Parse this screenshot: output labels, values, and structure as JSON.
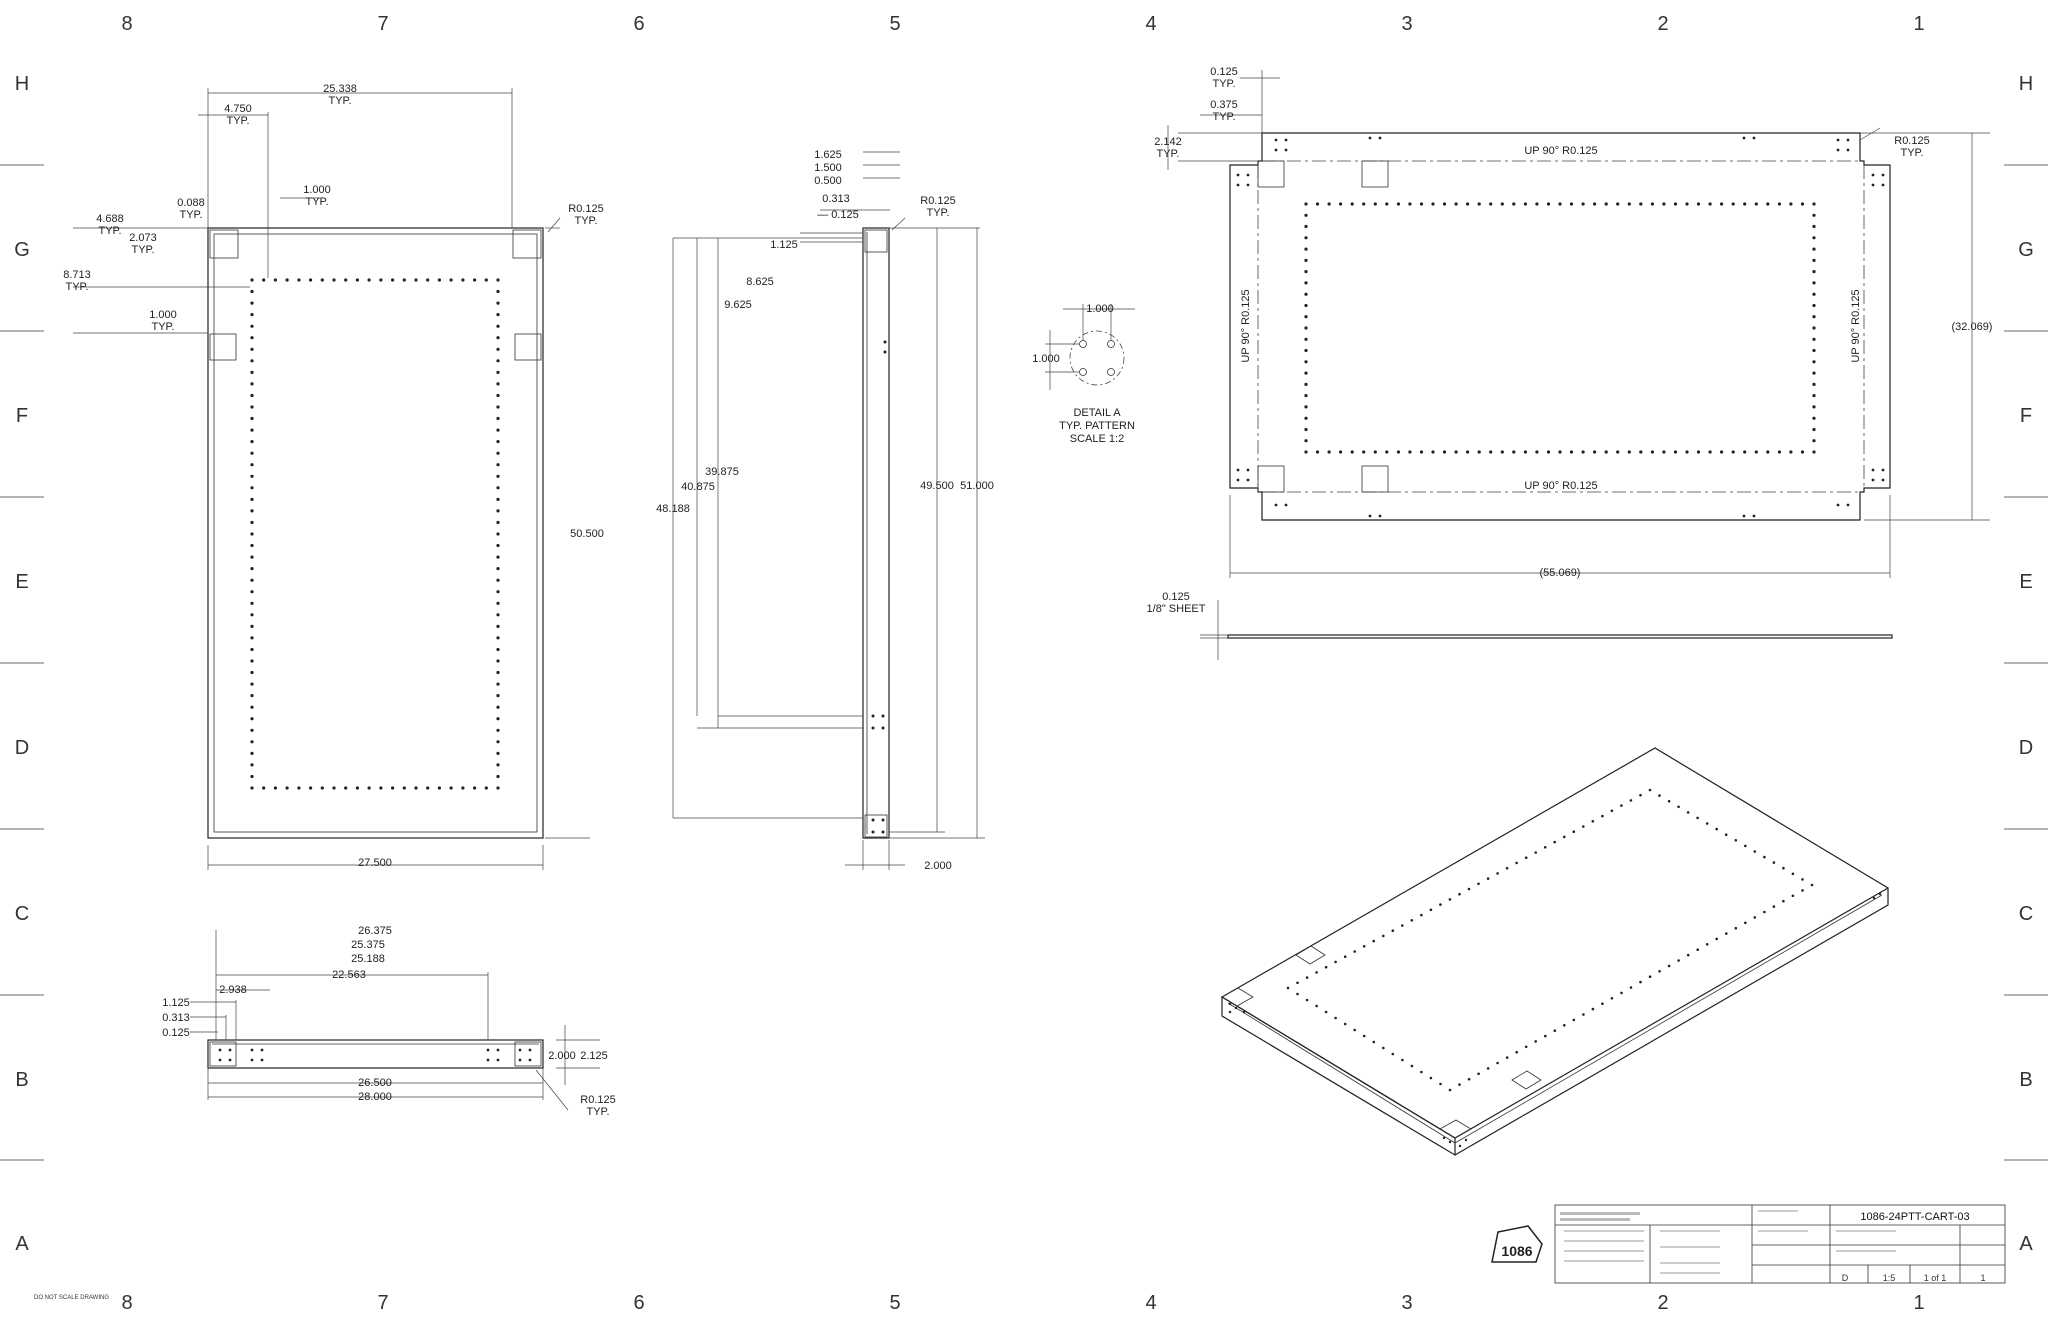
{
  "zones": {
    "columns": [
      "8",
      "7",
      "6",
      "5",
      "4",
      "3",
      "2",
      "1"
    ],
    "rows": [
      "H",
      "G",
      "F",
      "E",
      "D",
      "C",
      "B",
      "A"
    ]
  },
  "front_view": {
    "d_25338": "25.338",
    "typ": "TYP.",
    "d_4750": "4.750",
    "d_1000a": "1.000",
    "d_0088": "0.088",
    "d_2073": "2.073",
    "d_4688": "4.688",
    "d_8713": "8.713",
    "d_1000b": "1.000",
    "r0125": "R0.125",
    "d_50500": "50.500",
    "d_27500": "27.500"
  },
  "side_view": {
    "d_1625": "1.625",
    "d_1500": "1.500",
    "d_0500": "0.500",
    "d_0313": "0.313",
    "d_0125": "— 0.125",
    "d_1125": "1.125",
    "d_8625": "8.625",
    "d_9625": "9.625",
    "d_39875": "39.875",
    "d_40875": "40.875",
    "d_48188": "48.188",
    "d_49500": "49.500",
    "d_51000": "51.000",
    "d_2000": "2.000",
    "r0125": "R0.125",
    "typ": "TYP."
  },
  "bottom_view": {
    "d_26375": "26.375",
    "d_25375": "25.375",
    "d_25188": "25.188",
    "d_22563": "22.563",
    "d_2938": "2.938",
    "d_1125": "1.125",
    "d_0313": "0.313",
    "d_0125": "0.125",
    "d_2000": "2.000",
    "d_2125": "2.125",
    "d_26500": "26.500",
    "d_28000": "28.000",
    "r0125": "R0.125",
    "typ": "TYP."
  },
  "detail_a": {
    "d_1000h": "1.000",
    "d_1000v": "1.000",
    "title": "DETAIL A",
    "sub": "TYP. PATTERN",
    "scale": "SCALE 1:2"
  },
  "flat_pattern": {
    "d_0125": "0.125",
    "typ": "TYP.",
    "d_0375": "0.375",
    "d_2142": "2.142",
    "up_top": "UP 90° R0.125",
    "up_bottom": "UP 90° R0.125",
    "up_left": "UP 90° R0.125",
    "up_right": "UP 90° R0.125",
    "r0125": "R0.125",
    "d_32069": "(32.069)",
    "d_55069": "(55.069)",
    "sheet_thk": "0.125",
    "sheet_lbl": "1/8\" SHEET"
  },
  "title_block": {
    "logo": "1086",
    "part_number": "1086-24PTT-CART-03",
    "size": "D",
    "scale": "1:5",
    "sheet": "1 of 1",
    "rev": "1",
    "corner_note": "DO NOT SCALE DRAWING"
  },
  "colors": {
    "line": "#222222",
    "paper": "#ffffff"
  }
}
